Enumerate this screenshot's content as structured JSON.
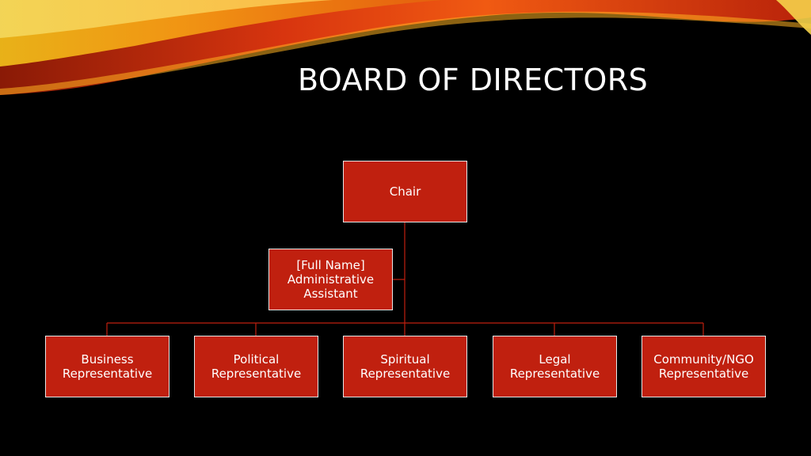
{
  "slide": {
    "title": "BOARD OF DIRECTORS"
  },
  "org_chart": {
    "top": {
      "label": "Chair"
    },
    "assistant": {
      "lines": [
        "[Full Name]",
        "Administrative",
        "Assistant"
      ]
    },
    "representatives": [
      {
        "lines": [
          "Business",
          "Representative"
        ]
      },
      {
        "lines": [
          "Political",
          "Representative"
        ]
      },
      {
        "lines": [
          "Spiritual",
          "Representative"
        ]
      },
      {
        "lines": [
          "Legal",
          "Representative"
        ]
      },
      {
        "lines": [
          "Community/NGO",
          "Representative"
        ]
      }
    ]
  },
  "colors": {
    "background": "#000000",
    "box_fill": "#c0200f",
    "box_border": "#e6e6e6",
    "connector": "#c0200f",
    "title": "#ffffff"
  }
}
